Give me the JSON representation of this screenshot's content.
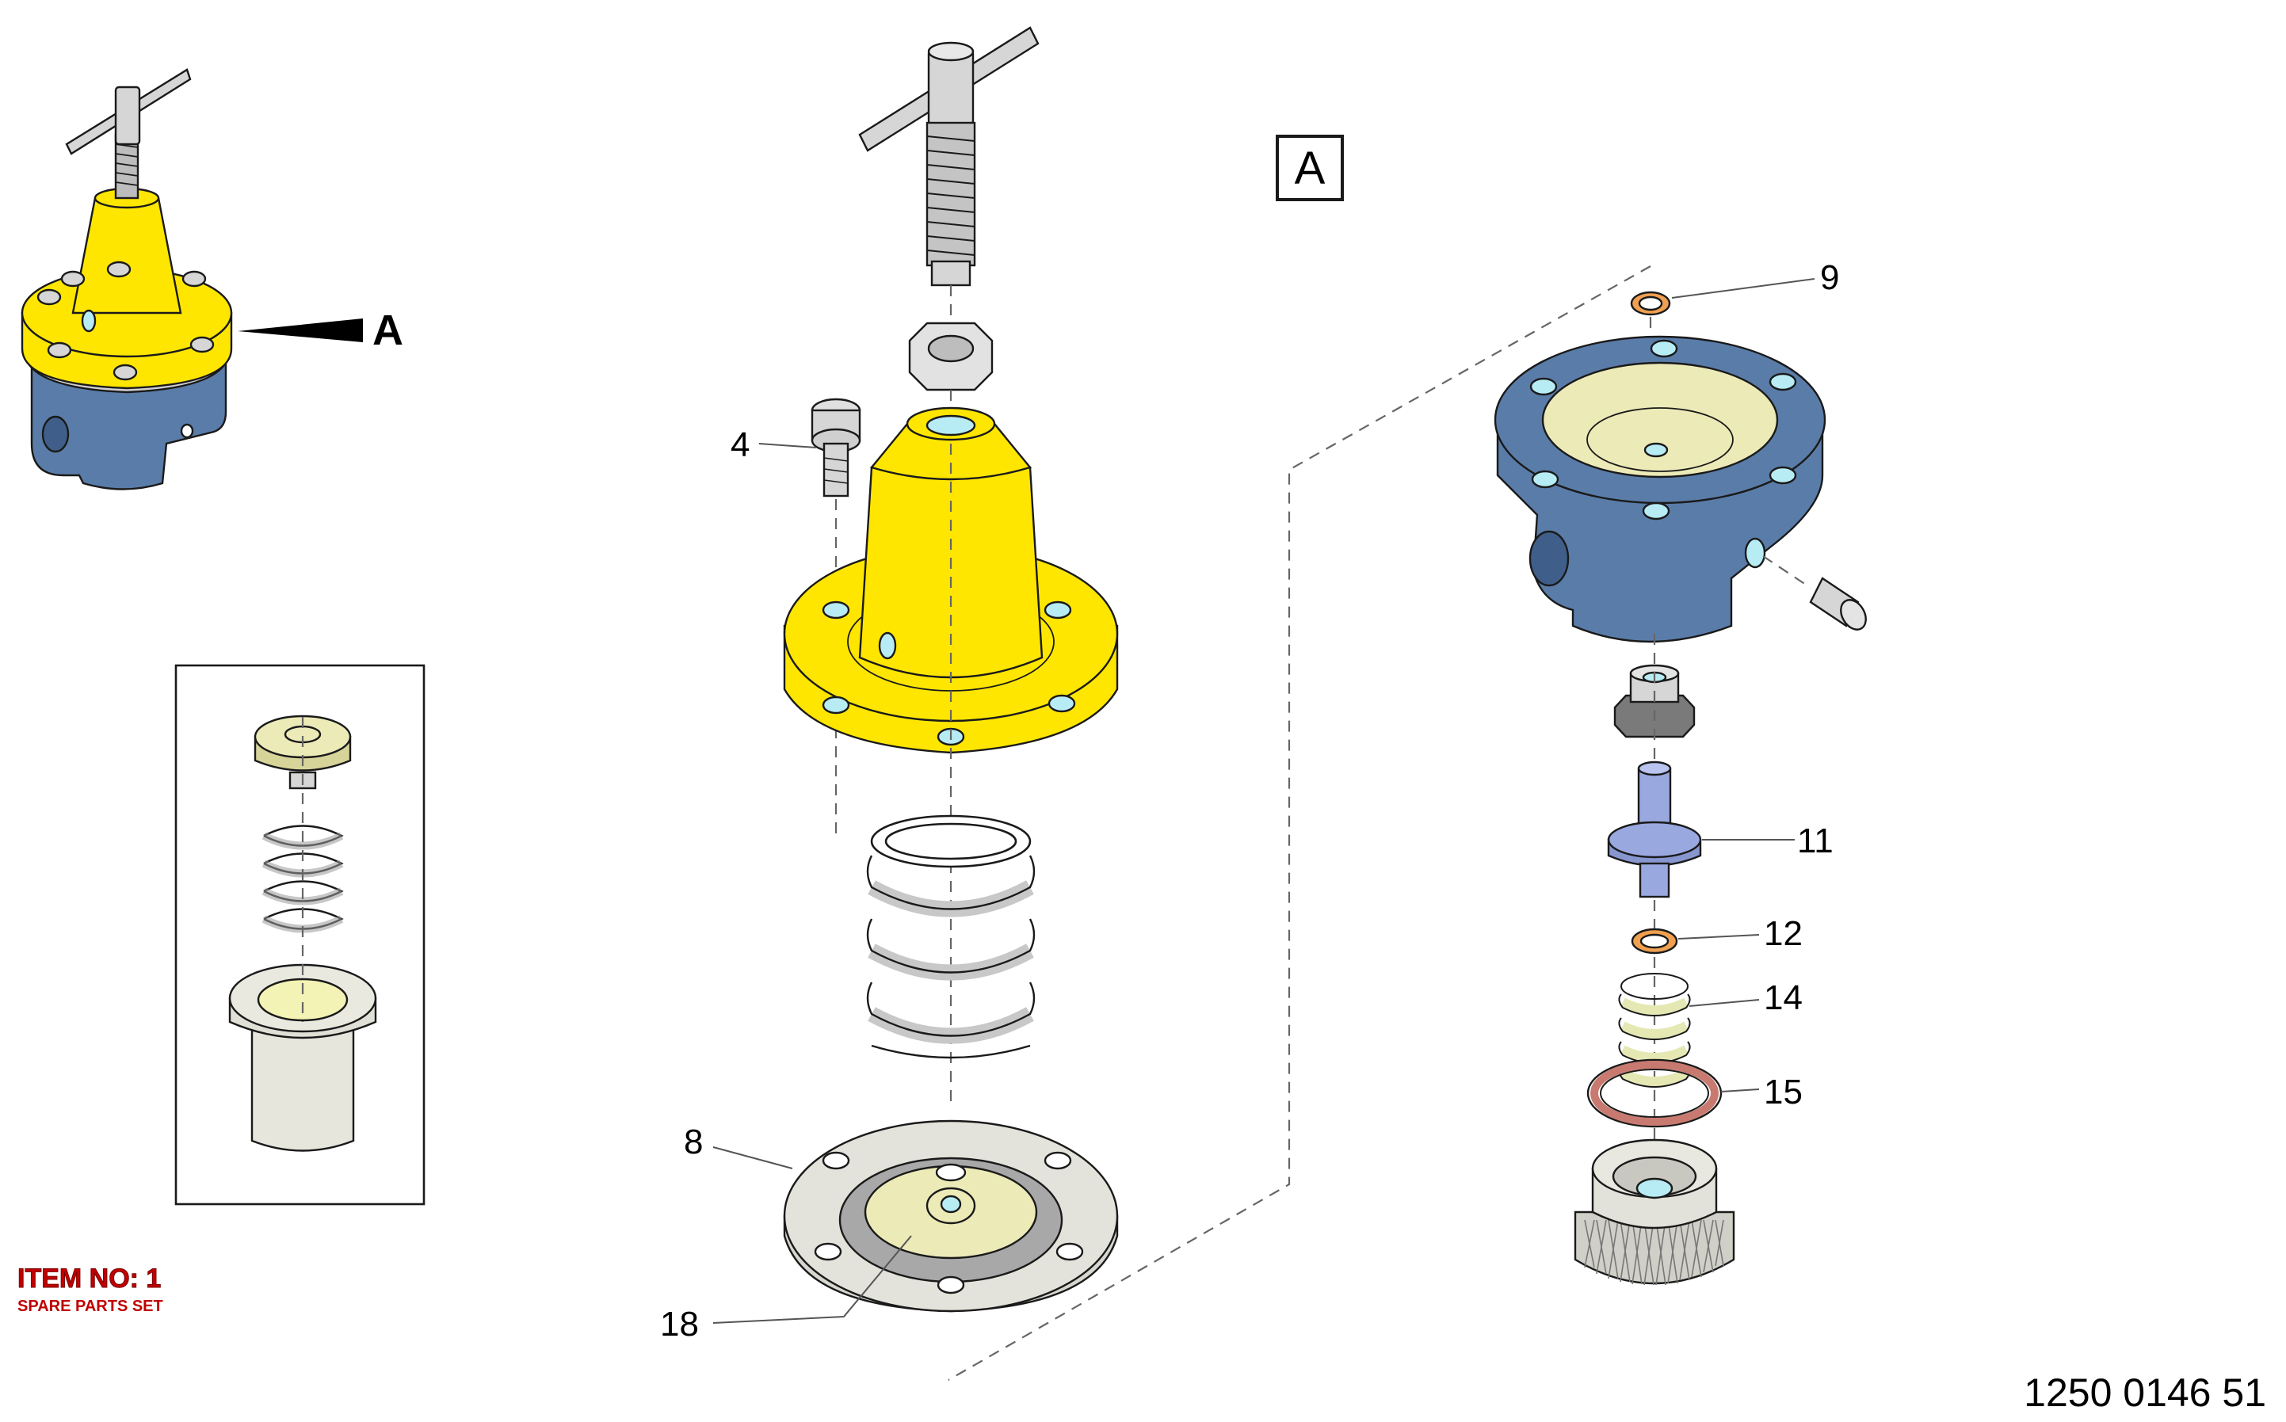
{
  "view": {
    "arrow_label": "A",
    "boxed_label": "A"
  },
  "callouts": [
    {
      "id": "4",
      "text": "4"
    },
    {
      "id": "8",
      "text": "8"
    },
    {
      "id": "18",
      "text": "18"
    },
    {
      "id": "9",
      "text": "9"
    },
    {
      "id": "11",
      "text": "11"
    },
    {
      "id": "12",
      "text": "12"
    },
    {
      "id": "14",
      "text": "14"
    },
    {
      "id": "15",
      "text": "15"
    }
  ],
  "item": {
    "title": "ITEM NO: 1",
    "subtitle": "SPARE PARTS SET"
  },
  "document_number": "1250 0146 51",
  "colors": {
    "bonnet_yellow": "#ffe600",
    "body_blue": "#5a7ca8",
    "cream": "#ecebb8",
    "hole_cyan": "#b8ecf5",
    "gasket_orange": "#f0a050",
    "oring_pink": "#c87a70",
    "steel_grey": "#d6d6d6",
    "valve_blue": "#9aa8e0",
    "item_red": "#c00000"
  }
}
